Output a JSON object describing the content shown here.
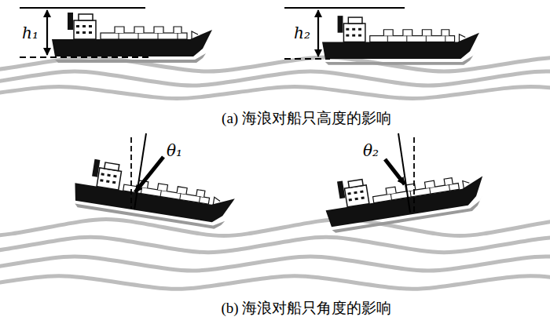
{
  "diagram": {
    "labels": [
      "h₁",
      "h₂",
      "(a) 海浪对船只高度的影响",
      "θ₁",
      "θ₂",
      "(b) 海浪对船只角度的影响"
    ]
  }
}
